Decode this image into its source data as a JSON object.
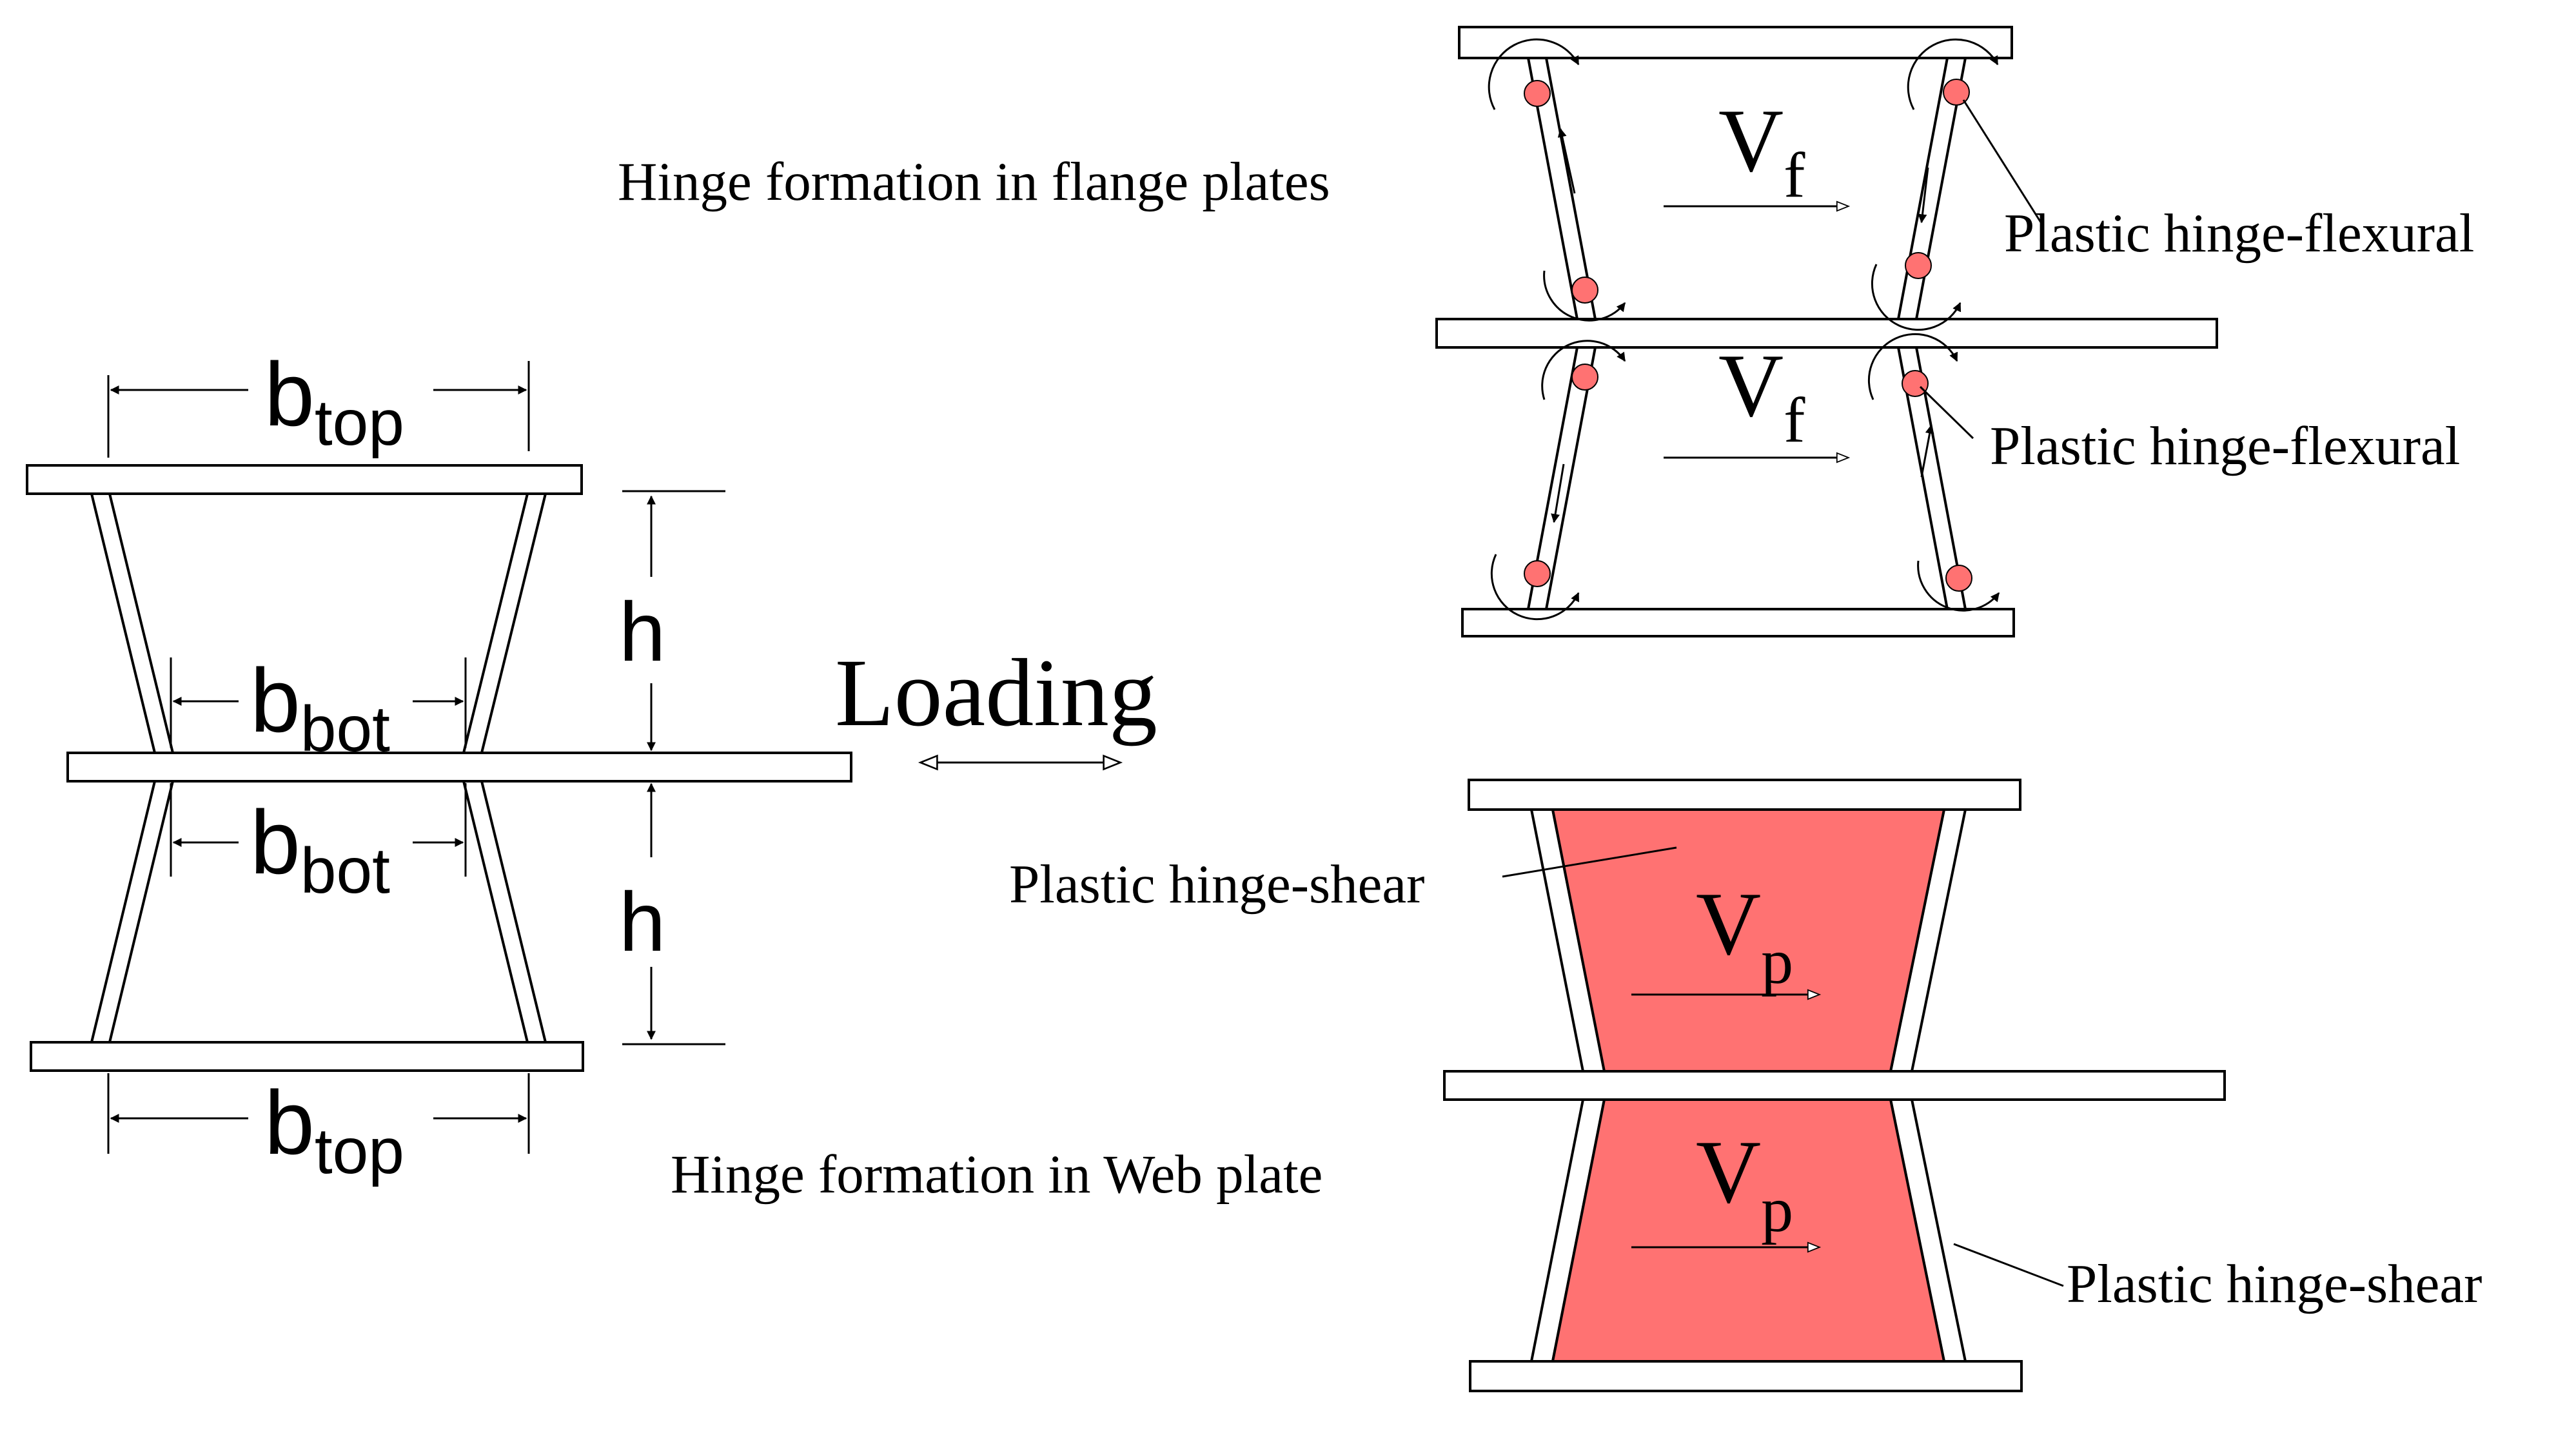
{
  "colors": {
    "line": "#000000",
    "hinge_fill": "#ff7272",
    "plate_fill": "#ffffff",
    "plastic_region": "#ff7272"
  },
  "left_panel": {
    "b_top_upper": {
      "base": "b",
      "sub": "top"
    },
    "b_bot_upper": {
      "base": "b",
      "sub": "bot"
    },
    "b_bot_lower": {
      "base": "b",
      "sub": "bot"
    },
    "b_top_lower": {
      "base": "b",
      "sub": "top"
    },
    "h_upper": "h",
    "h_lower": "h",
    "loading_label": "Loading"
  },
  "flange_panel": {
    "title": "Hinge formation in  flange plates",
    "force_upper": {
      "base": "V",
      "sub": "f"
    },
    "force_lower": {
      "base": "V",
      "sub": "f"
    },
    "hinge_label_upper": "Plastic hinge-flexural",
    "hinge_label_lower": "Plastic hinge-flexural"
  },
  "web_panel": {
    "title": "Hinge formation in  Web plate",
    "force_upper": {
      "base": "V",
      "sub": "p"
    },
    "force_lower": {
      "base": "V",
      "sub": "p"
    },
    "shear_label_upper": "Plastic hinge-shear",
    "shear_label_lower": "Plastic hinge-shear"
  }
}
